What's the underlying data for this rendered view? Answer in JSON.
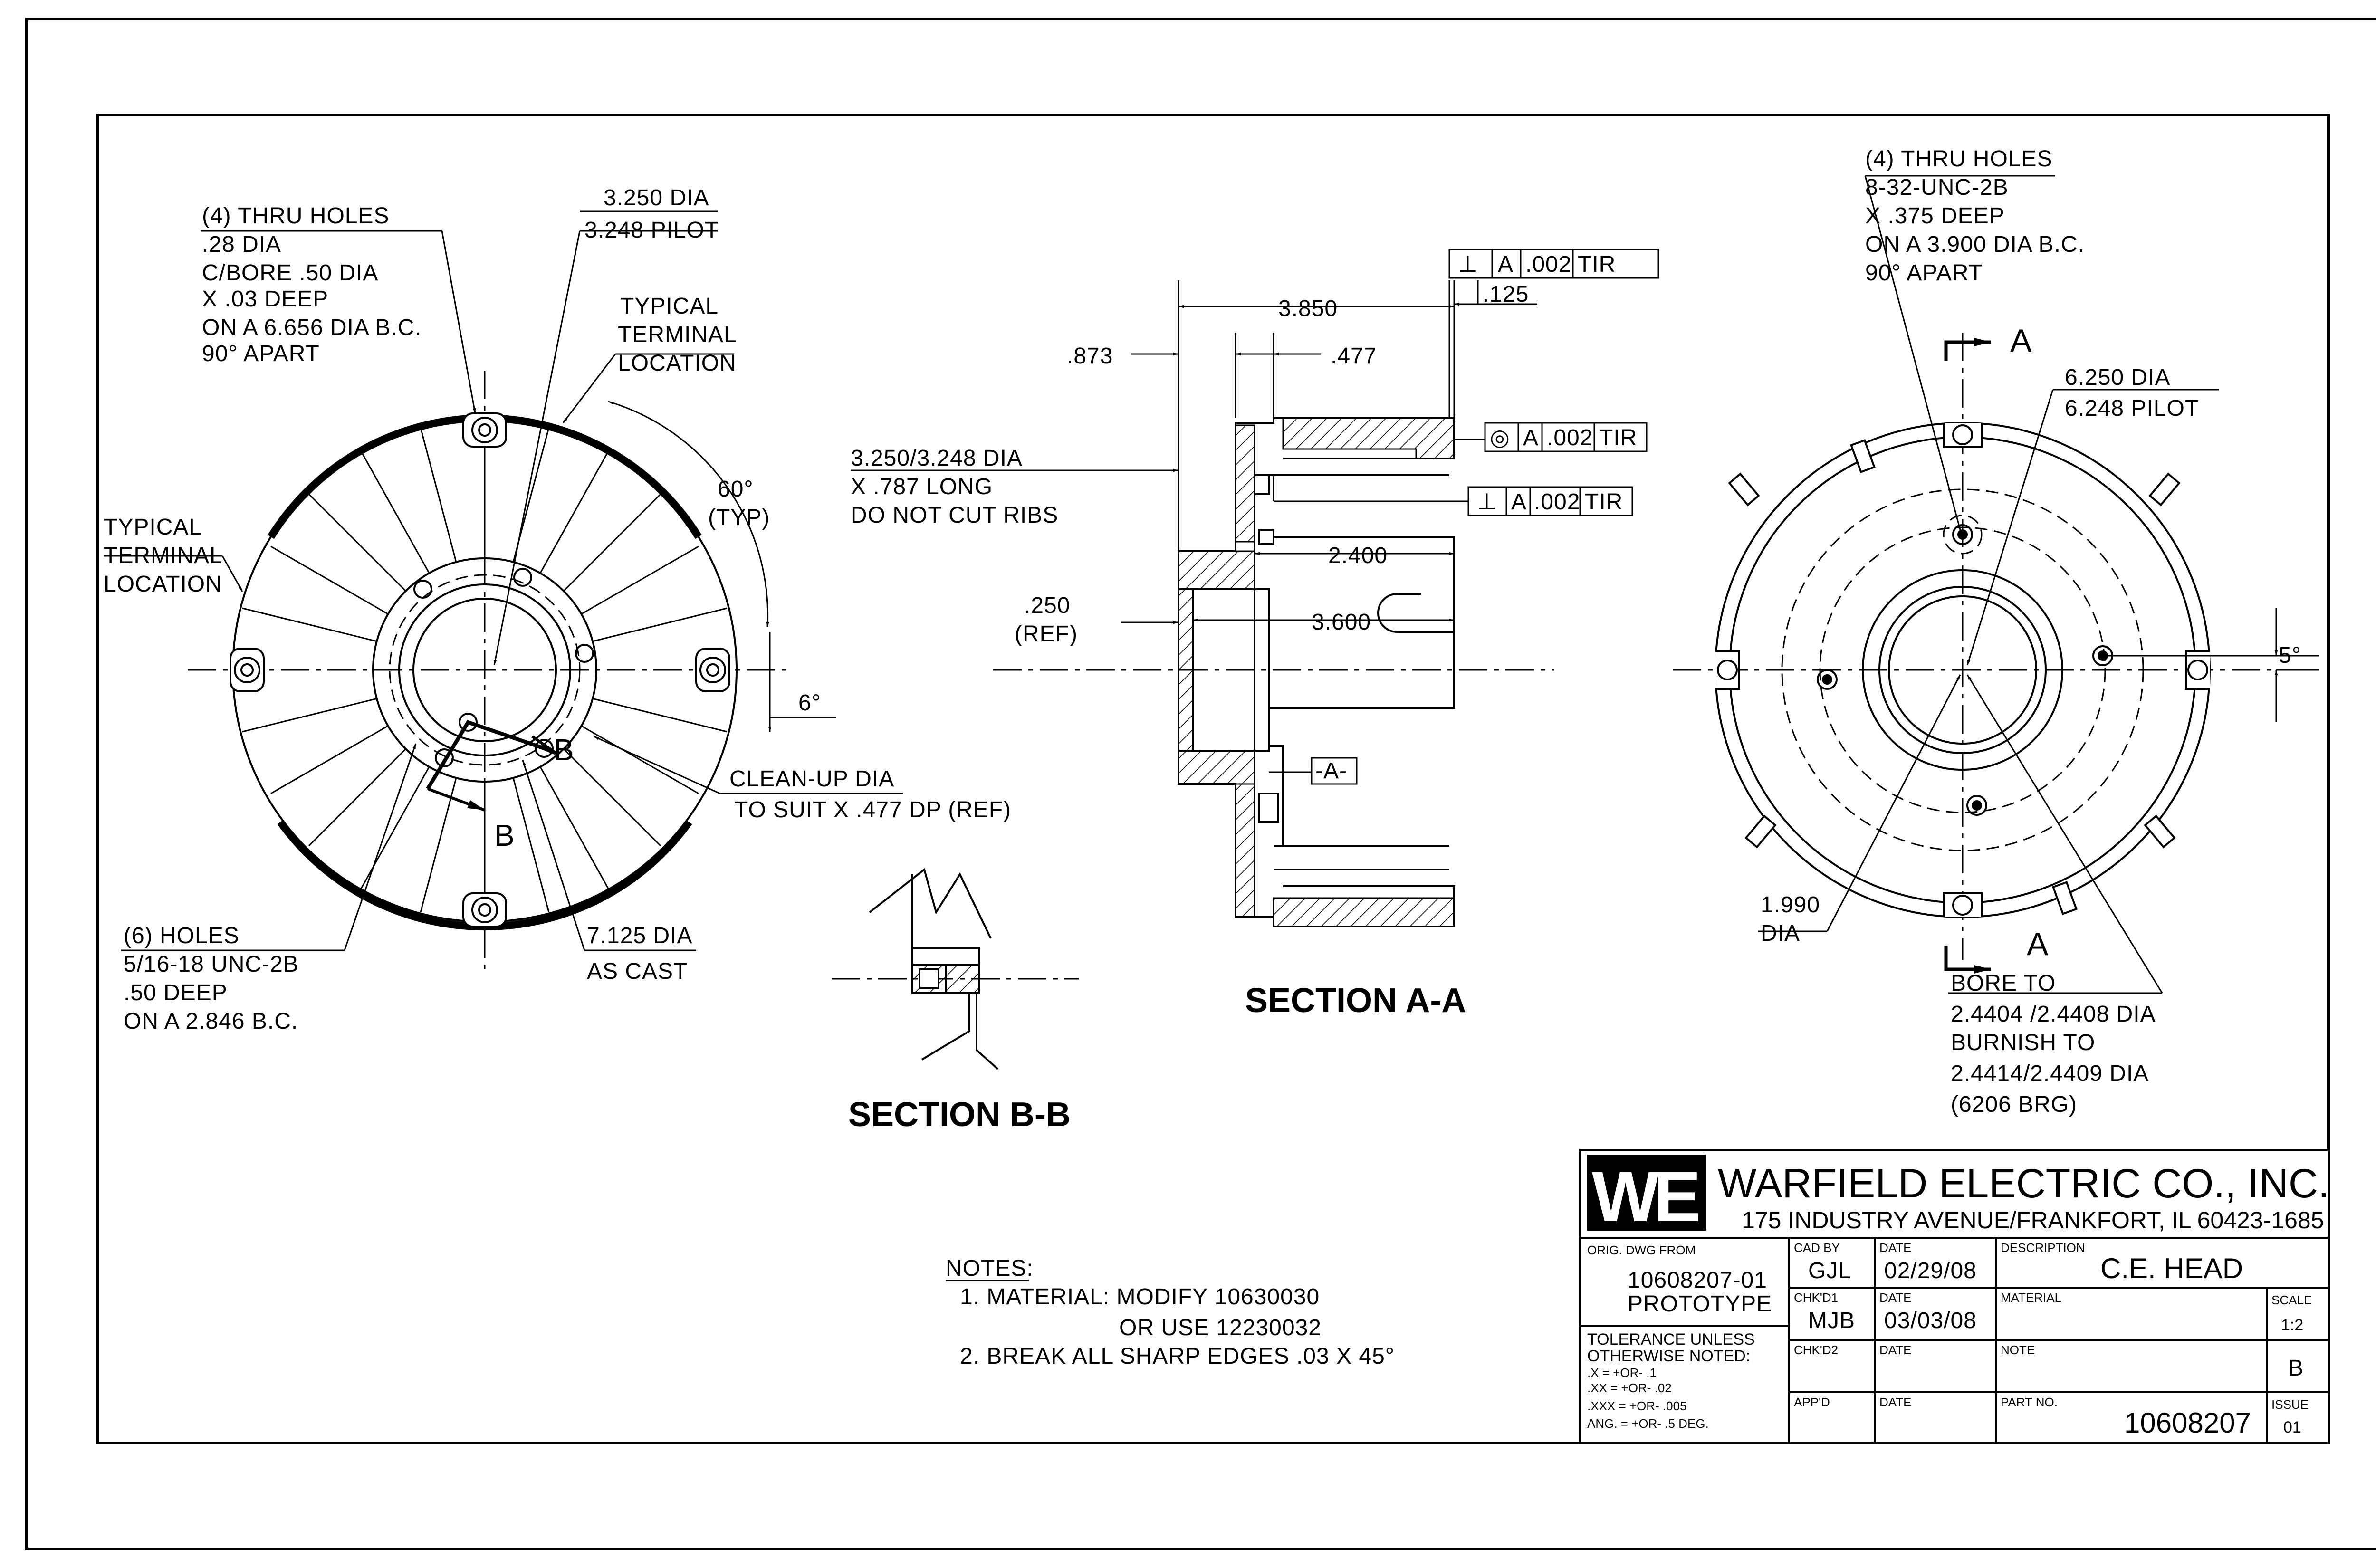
{
  "drawing": {
    "front_view": {
      "callout_thru_holes": [
        "(4) THRU HOLES",
        ".28 DIA",
        "C/BORE .50 DIA",
        "X .03 DEEP",
        "ON A 6.656 DIA B.C.",
        "90° APART"
      ],
      "pilot_dia": [
        "3.250 DIA",
        "3.248 PILOT"
      ],
      "terminal_top": [
        "TYPICAL",
        "TERMINAL",
        "LOCATION"
      ],
      "terminal_left": [
        "TYPICAL",
        "TERMINAL",
        "LOCATION"
      ],
      "angle_60": "60°",
      "angle_typ": "(TYP)",
      "angle_6": "6°",
      "clean_up": [
        "CLEAN-UP DIA",
        "TO SUIT X .477 DP (REF)"
      ],
      "holes_6": [
        "(6)  HOLES",
        "5/16-18 UNC-2B",
        ".50 DEEP",
        "ON A 2.846 B.C."
      ],
      "cast_dia": [
        "7.125 DIA",
        "AS CAST"
      ],
      "b_mark_1": "B",
      "b_mark_2": "B"
    },
    "section_aa": {
      "dim_3850": "3.850",
      "dim_873": ".873",
      "dim_477": ".477",
      "dim_125": ".125",
      "dim_2400": "2.400",
      "dim_3600": "3.600",
      "dim_250": [
        ".250",
        "(REF)"
      ],
      "pilot_note": [
        "3.250/3.248 DIA",
        "X .787 LONG",
        "DO NOT CUT RIBS"
      ],
      "fcf_perp_top": [
        "⊥",
        "A",
        ".002",
        "TIR"
      ],
      "fcf_conc": [
        "◎",
        "A",
        ".002",
        "TIR"
      ],
      "fcf_perp_mid": [
        "⊥",
        "A",
        ".002",
        "TIR"
      ],
      "datum": "-A-",
      "title": "SECTION A-A"
    },
    "section_bb": {
      "title": "SECTION B-B"
    },
    "rear_view": {
      "thru_holes": [
        "(4) THRU HOLES",
        "8-32-UNC-2B",
        "X .375 DEEP",
        "ON A 3.900 DIA B.C.",
        "90° APART"
      ],
      "pilot": [
        "6.250 DIA",
        "6.248 PILOT"
      ],
      "angle_5": "5°",
      "dia_1990": [
        "1.990",
        "DIA"
      ],
      "bore": [
        "BORE TO",
        "2.4404 /2.4408 DIA",
        "BURNISH TO",
        "2.4414/2.4409 DIA",
        "(6206 BRG)"
      ],
      "a_mark_top": "A",
      "a_mark_bottom": "A"
    },
    "notes": {
      "heading": "NOTES:",
      "lines": [
        "1. MATERIAL: MODIFY 10630030",
        "OR USE 12230032",
        "2. BREAK ALL SHARP EDGES .03 X 45°"
      ]
    }
  },
  "title_block": {
    "logo": "WE",
    "company": "WARFIELD ELECTRIC CO., INC.",
    "address": "175 INDUSTRY AVENUE/FRANKFORT, IL 60423-1685",
    "orig_dwg_label": "ORIG. DWG FROM",
    "orig_dwg_value": [
      "10608207-01",
      "PROTOTYPE"
    ],
    "cad_by_label": "CAD BY",
    "cad_by": "GJL",
    "date_label": "DATE",
    "date1": "02/29/08",
    "chkd1_label": "CHK'D1",
    "chkd1": "MJB",
    "date2": "03/03/08",
    "chkd2_label": "CHK'D2",
    "appd_label": "APP'D",
    "description_label": "DESCRIPTION",
    "description": "C.E. HEAD",
    "material_label": "MATERIAL",
    "note_label": "NOTE",
    "part_no_label": "PART NO.",
    "part_no": "10608207",
    "scale_label": "SCALE",
    "scale": "1:2",
    "size": "B",
    "issue_label": "ISSUE",
    "issue": "01",
    "tolerance": [
      "TOLERANCE UNLESS",
      "OTHERWISE NOTED:",
      ".X    = +OR- .1",
      ".XX   = +OR- .02",
      ".XXX  = +OR- .005",
      "ANG. = +OR- .5 DEG."
    ]
  }
}
